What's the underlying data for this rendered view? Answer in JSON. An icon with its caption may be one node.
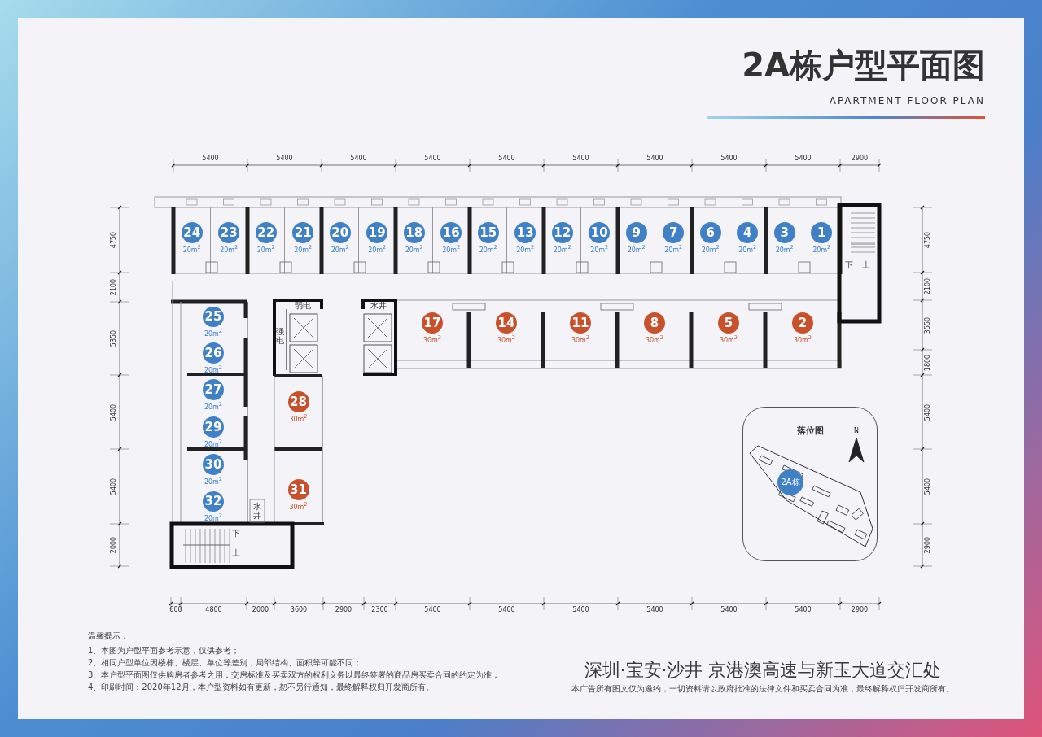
{
  "diagram": {
    "title": "2A栋户型平面图",
    "nodes": [
      {
        "text": [
          "24",
          "20m$^{2}$"
        ]
      },
      {
        "text": [
          "23",
          "20m$^{2}$"
        ]
      },
      {
        "text": [
          "22",
          "20m$^{2}$"
        ]
      },
      {
        "text": [
          "21",
          "20m$^{2}$"
        ]
      },
      {
        "text": [
          "20",
          "20m$^{2}$"
        ]
      },
      {
        "text": [
          "19",
          "20m$^{2}$"
        ]
      },
      {
        "text": [
          "18",
          "20m$^{2}$"
        ]
      },
      {
        "text": [
          "16",
          "20m$^{2}$"
        ]
      },
      {
        "text": [
          "15",
          "20m$^{2}$"
        ]
      },
      {
        "text": [
          "13",
          "20m$^{2}$"
        ]
      },
      {
        "text": [
          "12",
          "20m$^{2}$"
        ]
      },
      {
        "text": [
          "10",
          "20m$^{2}$"
        ]
      },
      {
        "text": [
          "9",
          "20m$^{2}$"
        ]
      },
      {
        "text": [
          "7",
          "20m$^{2}$"
        ]
      },
      {
        "text": [
          "6",
          "20m$^{2}$"
        ]
      },
      {
        "text": [
          "4",
          "20m$^{2}$"
        ]
      },
      {
        "text": [
          "3",
          "20m$^{2}$"
        ]
      },
      {
        "text": [
          "1",
          "20m$^{2}$"
        ]
      },
      {
        "text": [
          "17",
          "30m$^{2}$"
        ]
      },
      {
        "text": [
          "14",
          "30m$^{2}$"
        ]
      },
      {
        "text": [
          "11",
          "30m$^{2}$"
        ]
      },
      {
        "text": [
          "8",
          "30m$^{2}$"
        ]
      },
      {
        "text": [
          "5",
          "30m$^{2}$"
        ]
      },
      {
        "text": [
          "2",
          "30m$^{2}$"
        ]
      },
      {
        "text": [
          "25",
          "20m$^{2}$"
        ]
      },
      {
        "text": [
          "26",
          "20m$^{2}$"
        ]
      },
      {
        "text": [
          "27",
          "20m$^{2}$"
        ]
      },
      {
        "text": [
          "29",
          "20m$^{2}$"
        ]
      },
      {
        "text": [
          "30",
          "20m$^{2}$"
        ]
      },
      {
        "text": [
          "32",
          "20m$^{2}$"
        ]
      },
      {
        "text": [
          "28",
          "30m$^{2}$"
        ]
      },
      {
        "text": [
          "31",
          "30m$^{2}$"
        ]
      },
      {
        "text": [
          "落位图"
        ]
      },
      {
        "text": [
          "2A栋"
        ],
        "in": 32
      }
    ],
    "labels": [
      "APARTMENT FLOOR PLAN",
      "5400",
      "5400",
      "5400",
      "5400",
      "5400",
      "5400",
      "5400",
      "5400",
      "5400",
      "2900",
      "4750",
      "2100",
      "5350",
      "5400",
      "5400",
      "2000",
      "4750",
      "2100",
      "3550",
      "1800",
      "5400",
      "5400",
      "2900",
      "弱电",
      "强电",
      "水井",
      "水井",
      "下",
      "上",
      "下",
      "上",
      "N",
      "600",
      "4800",
      "2000",
      "3600",
      "2900",
      "2300",
      "5400",
      "5400",
      "5400",
      "5400",
      "5400",
      "5400",
      "2900",
      "温馨提示：",
      "1、本图为户型平面参考示意，仅供参考；",
      "2、相同户型单位因楼栋、楼层、单位等差别，局部结构、面积等可能不同；",
      "3、本户型平面图仅供购房者参考之用，交房标准及买卖双方的权利义务以最终签署的商品房买卖合同的约定为准；",
      "4、印刷时间：2020年12月，本户型资料如有更新，恕不另行通知，最终解释权归开发商所有。",
      "深圳·宝安·沙井 京港澳高速与新玉大道交汇处",
      "本广告所有图文仅为邀约，一切资料请以政府批准的法律文件和买卖合同为准，最终解释权归开发商所有。"
    ]
  }
}
